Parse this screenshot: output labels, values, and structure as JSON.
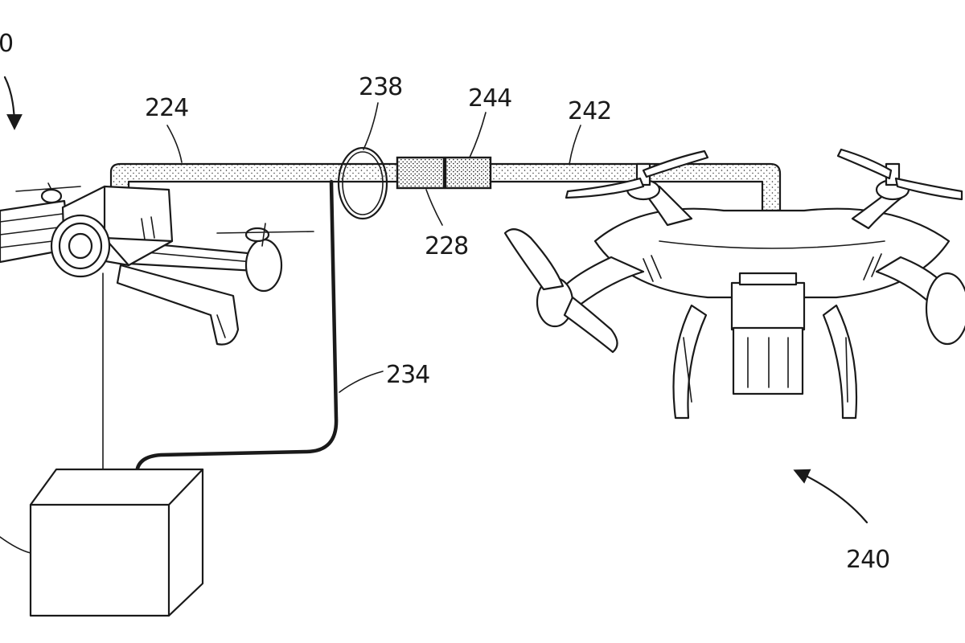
{
  "figure": {
    "labels": {
      "l_fig": "0",
      "l_224": "224",
      "l_238": "238",
      "l_244": "244",
      "l_242": "242",
      "l_228": "228",
      "l_234": "234",
      "l_240": "240"
    }
  }
}
